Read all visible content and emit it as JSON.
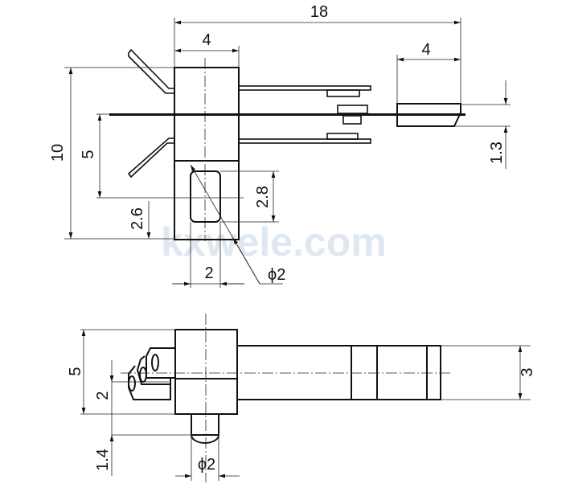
{
  "watermark": "kxwele.com",
  "top_view": {
    "dims": {
      "overall_length": "18",
      "body_width": "4",
      "tip_length": "4",
      "height": "10",
      "lead_offset": "5",
      "tip_thickness": "1.3",
      "window_height": "2.8",
      "window_bottom": "2.6",
      "window_width": "2",
      "led_diameter": "ϕ2"
    }
  },
  "side_view": {
    "dims": {
      "body_height": "5",
      "tube_diameter": "3",
      "center_offset": "2",
      "pin_length": "1.4",
      "pin_diameter": "ϕ2"
    }
  }
}
